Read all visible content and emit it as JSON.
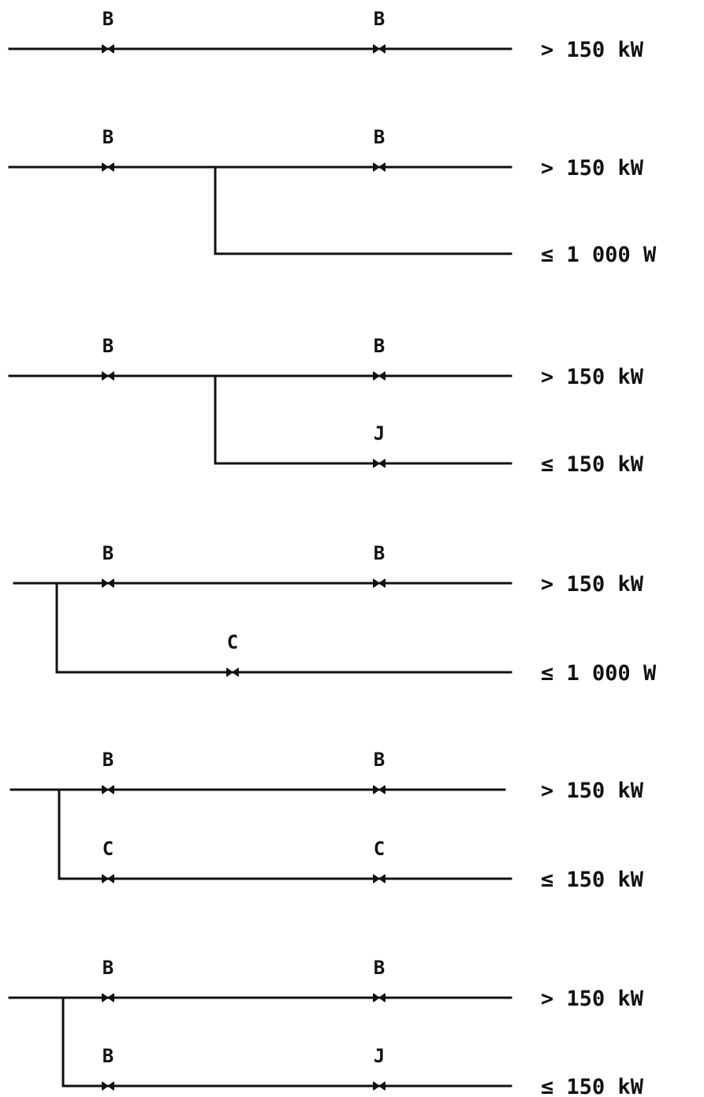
{
  "diagrams": [
    {
      "main": {
        "valves": [
          "B",
          "B"
        ],
        "rating": "> 150 kW"
      }
    },
    {
      "main": {
        "valves": [
          "B",
          "B"
        ],
        "rating": "> 150 kW"
      },
      "branch": {
        "valves": [],
        "rating": "≤ 1 000 W"
      }
    },
    {
      "main": {
        "valves": [
          "B",
          "B"
        ],
        "rating": "> 150 kW"
      },
      "branch": {
        "valves": [
          "J"
        ],
        "rating": "≤ 150 kW"
      }
    },
    {
      "main": {
        "valves": [
          "B",
          "B"
        ],
        "rating": "> 150 kW"
      },
      "branch": {
        "valves": [
          "C"
        ],
        "rating": "≤ 1 000 W"
      }
    },
    {
      "main": {
        "valves": [
          "B",
          "B"
        ],
        "rating": "> 150 kW"
      },
      "branch": {
        "valves": [
          "C",
          "C"
        ],
        "rating": "≤ 150 kW"
      }
    },
    {
      "main": {
        "valves": [
          "B",
          "B"
        ],
        "rating": "> 150 kW"
      },
      "branch": {
        "valves": [
          "B",
          "J"
        ],
        "rating": "≤ 150 kW"
      }
    }
  ]
}
